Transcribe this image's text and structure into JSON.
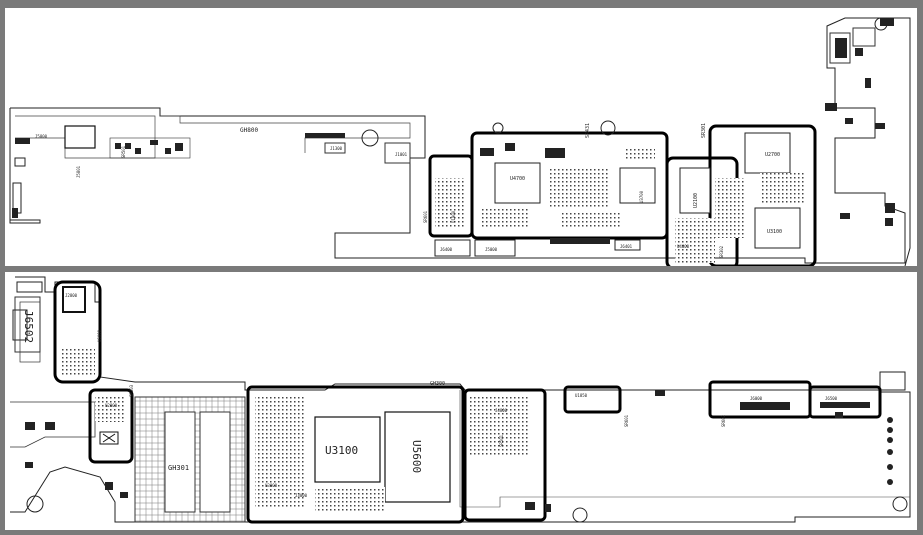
{
  "top_board": {
    "labels": [
      "GH800",
      "SR431",
      "SR301",
      "U4700",
      "U2100",
      "U2700",
      "U3100"
    ],
    "small_labels": [
      "J5800",
      "J5801",
      "J1001",
      "J1300",
      "J6400",
      "J5000",
      "J5200",
      "J6401",
      "SR601",
      "SR501",
      "SR302",
      "U1900",
      "U3700",
      "U4000"
    ]
  },
  "bottom_board": {
    "labels": [
      "J6502",
      "GH301",
      "GH300",
      "U3100",
      "U5600"
    ],
    "small_labels": [
      "SR303",
      "SR601",
      "SR602",
      "SR501",
      "U6000",
      "U1850",
      "J6000",
      "J6500",
      "J4800",
      "U3000",
      "J3000",
      "U2800",
      "J2800"
    ]
  }
}
